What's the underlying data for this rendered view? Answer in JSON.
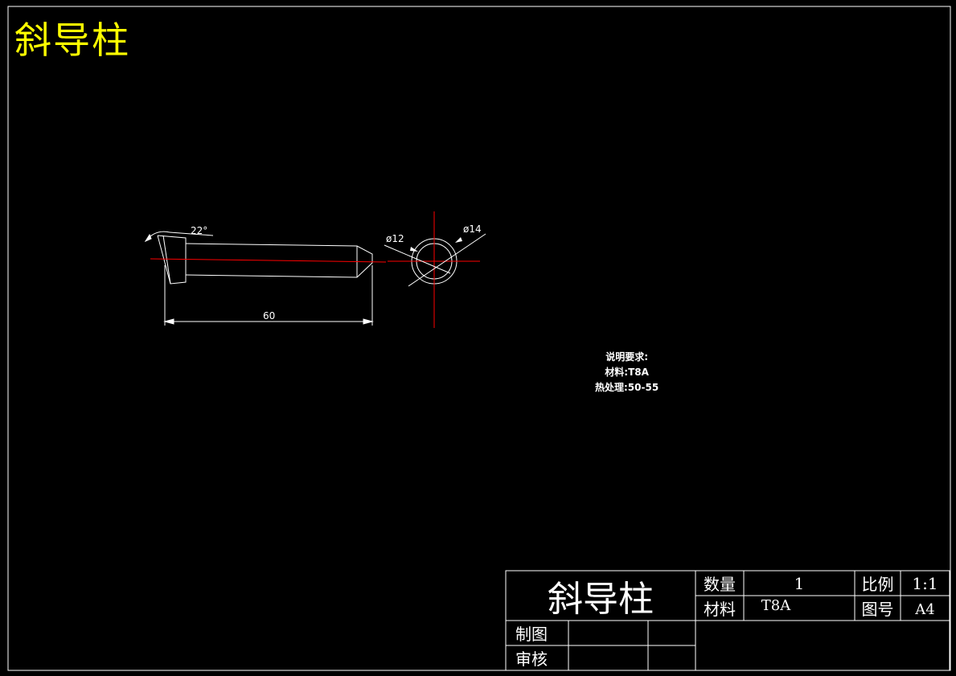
{
  "drawing": {
    "title": "斜导柱",
    "angle_label": "22°",
    "length_label": "60",
    "diameter_inner_label": "ø12",
    "diameter_outer_label": "ø14",
    "notes": {
      "heading": "说明要求:",
      "material_line": "材料:T8A",
      "heat_line": "热处理:50-55"
    },
    "colors": {
      "background": "#000000",
      "lines": "#ffffff",
      "centerlines": "#ff0000",
      "title": "#ffff00"
    }
  },
  "title_block": {
    "part_name": "斜导柱",
    "quantity_label": "数量",
    "quantity_value": "1",
    "scale_label": "比例",
    "scale_value": "1:1",
    "material_label": "材料",
    "material_value": "T8A",
    "drawing_no_label": "图号",
    "drawing_no_value": "A4",
    "drawn_label": "制图",
    "checked_label": "审核"
  }
}
